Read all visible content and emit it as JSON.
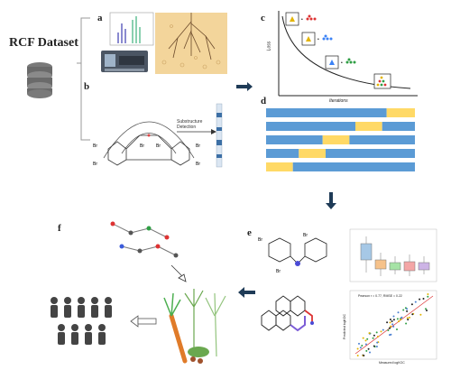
{
  "dataset_title": "RCF Dataset",
  "panels": {
    "a": "a",
    "b": "b",
    "c": "c",
    "d": "d",
    "e": "e",
    "f": "f"
  },
  "panel_b": {
    "detection_label": "Substructure Detection",
    "atom_labels": [
      "Br",
      "Br",
      "Br",
      "Br",
      "Br",
      "Br"
    ]
  },
  "panel_c": {
    "y_axis_label": "Loss",
    "x_axis_label": "Iterations"
  },
  "panel_d": {
    "rows": [
      {
        "segments": [
          {
            "color": "#5b9bd5",
            "frac": 0.81
          },
          {
            "color": "#ffd966",
            "frac": 0.19
          }
        ]
      },
      {
        "segments": [
          {
            "color": "#5b9bd5",
            "frac": 0.6
          },
          {
            "color": "#ffd966",
            "frac": 0.18
          },
          {
            "color": "#5b9bd5",
            "frac": 0.22
          }
        ]
      },
      {
        "segments": [
          {
            "color": "#5b9bd5",
            "frac": 0.38
          },
          {
            "color": "#ffd966",
            "frac": 0.18
          },
          {
            "color": "#5b9bd5",
            "frac": 0.44
          }
        ]
      },
      {
        "segments": [
          {
            "color": "#5b9bd5",
            "frac": 0.22
          },
          {
            "color": "#ffd966",
            "frac": 0.18
          },
          {
            "color": "#5b9bd5",
            "frac": 0.6
          }
        ]
      },
      {
        "segments": [
          {
            "color": "#ffd966",
            "frac": 0.18
          },
          {
            "color": "#5b9bd5",
            "frac": 0.82
          }
        ]
      }
    ]
  },
  "panel_e": {
    "atom_labels": [
      "Br",
      "Br",
      "Br"
    ],
    "scatter_annotation": "Pearson r = 0.77, RMSE = 0.22",
    "scatter_xlabel": "Measured logKOC",
    "scatter_ylabel": "Predicted logKOC"
  },
  "colors": {
    "arrow": "#1f3b57",
    "highlight_bond": "#7b5cd6",
    "highlight_atom": "#4a4ad6",
    "soil": "#f3d59b"
  }
}
